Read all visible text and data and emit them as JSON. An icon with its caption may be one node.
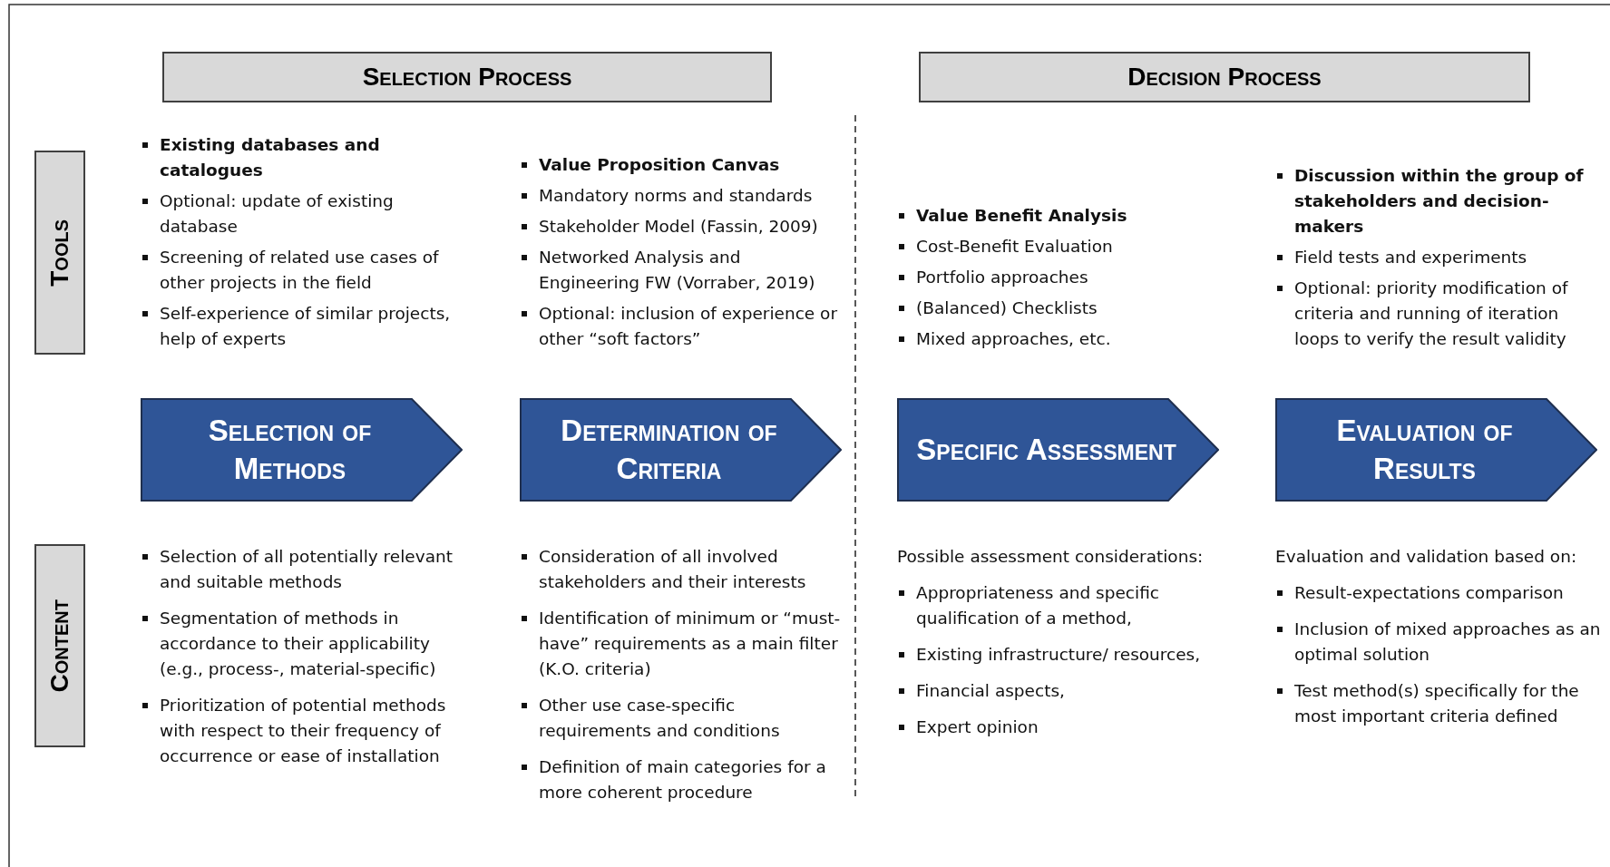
{
  "diagram": {
    "nodes": [
      {
        "text": [
          "Selection Process"
        ]
      },
      {
        "text": [
          "Decision Process"
        ]
      },
      {
        "text": [
          "Tools"
        ]
      },
      {
        "text": [
          "Content"
        ]
      },
      {
        "text": [
          "Selection of Methods"
        ]
      },
      {
        "text": [
          "Determination of Criteria"
        ]
      },
      {
        "text": [
          "Specific Assessment"
        ]
      },
      {
        "text": [
          "Evaluation of Results"
        ]
      }
    ],
    "labels": [
      "Existing databases and catalogues",
      "Optional: update of existing database",
      "Screening of related use cases of other projects in the field",
      "Self-experience of similar projects, help of experts",
      "Value Proposition Canvas",
      "Mandatory norms and standards",
      "Stakeholder Model (Fassin, 2009)",
      "Networked Analysis and Engineering FW (Vorraber, 2019)",
      "Optional: inclusion of experience or other “soft factors”",
      "Value Benefit Analysis",
      "Cost-Benefit Evaluation",
      "Portfolio approaches",
      "(Balanced) Checklists",
      "Mixed approaches, etc.",
      "Discussion within the group of stakeholders and decision-makers",
      "Field tests and experiments",
      "Optional: priority modification of criteria and running of iteration loops to verify the result validity",
      "Selection of all potentially relevant and suitable methods",
      "Segmentation of methods in accordance to their applicability (e.g., process-, material-specific)",
      "Prioritization of potential methods with respect to their frequency of occurrence or ease of installation",
      "Consideration of all involved stakeholders and their interests",
      "Identification of minimum or “must-have” requirements as a main filter (K.O. criteria)",
      "Other use case-specific requirements and conditions",
      "Definition of main categories for a more coherent procedure",
      "Possible assessment considerations:",
      "Appropriateness and specific qualification of a method,",
      "Existing infrastructure/ resources,",
      "Financial aspects,",
      "Expert opinion",
      "Evaluation and validation based on:",
      "Result-expectations comparison",
      "Inclusion of mixed approaches as an optimal solution",
      "Test method(s) specifically for the most important criteria defined"
    ]
  }
}
